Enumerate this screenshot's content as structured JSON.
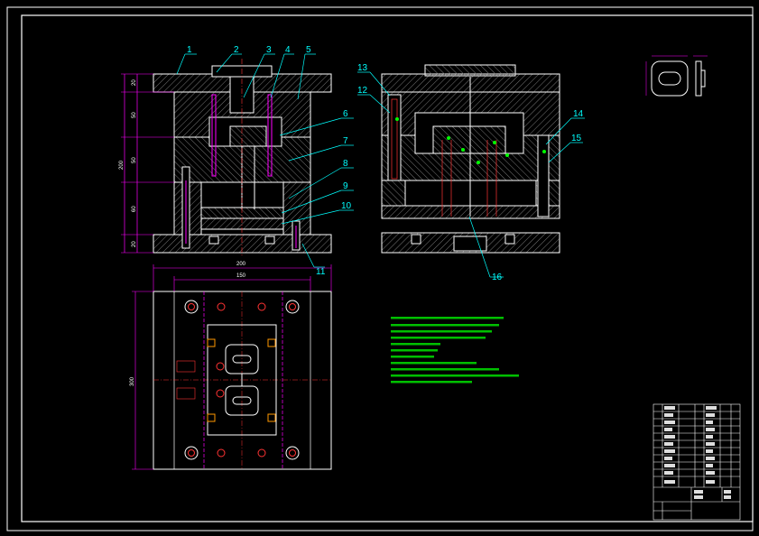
{
  "callouts": [
    "1",
    "2",
    "3",
    "4",
    "5",
    "6",
    "7",
    "8",
    "9",
    "10",
    "11",
    "12",
    "13",
    "14",
    "15",
    "16"
  ],
  "dims": {
    "v20a": "20",
    "v50a": "50",
    "v50b": "50",
    "v60": "60",
    "v20b": "20",
    "vTotal": "200",
    "h200": "200",
    "h150": "150",
    "v300": "300"
  },
  "colors": {
    "frame": "#ffffff",
    "plate": "#ffffff",
    "hatch": "#888888",
    "callout": "#00ffff",
    "dimension": "#ff00ff",
    "hole": "#ff3333",
    "note": "#00ff00",
    "accent": "#ff9900",
    "part": "#ffff00"
  }
}
